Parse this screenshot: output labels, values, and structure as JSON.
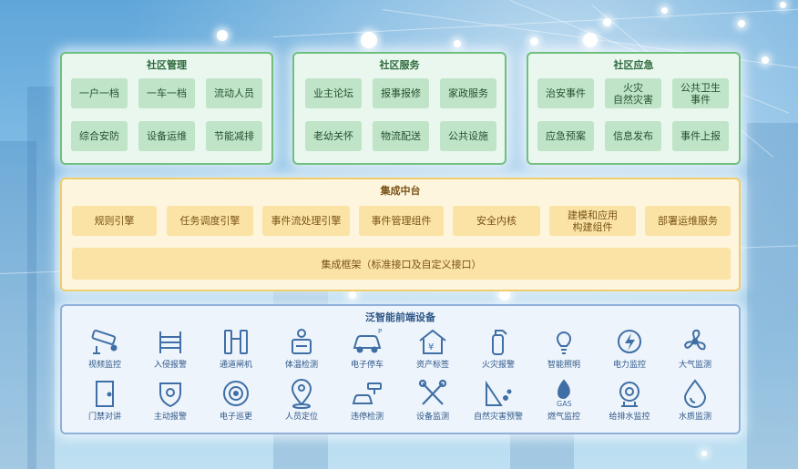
{
  "management": {
    "title": "社区管理",
    "items": [
      "一户一档",
      "一车一档",
      "流动人员",
      "综合安防",
      "设备运维",
      "节能减排"
    ]
  },
  "service": {
    "title": "社区服务",
    "items": [
      "业主论坛",
      "报事报修",
      "家政服务",
      "老幼关怀",
      "物流配送",
      "公共设施"
    ]
  },
  "emergency": {
    "title": "社区应急",
    "items": [
      "治安事件",
      "火灾\n自然灾害",
      "公共卫生\n事件",
      "应急预案",
      "信息发布",
      "事件上报"
    ]
  },
  "integration": {
    "title": "集成中台",
    "items": [
      "规则引擎",
      "任务调度引擎",
      "事件流处理引擎",
      "事件管理组件",
      "安全内核",
      "建模和应用\n构建组件",
      "部署运维服务"
    ],
    "framework": "集成框架（标准接口及自定义接口）"
  },
  "devices": {
    "title": "泛智能前端设备",
    "row1": [
      {
        "label": "视频监控",
        "icon": "cctv-camera-icon"
      },
      {
        "label": "入侵报警",
        "icon": "fence-icon"
      },
      {
        "label": "通道闸机",
        "icon": "turnstile-gate-icon"
      },
      {
        "label": "体温检测",
        "icon": "thermometer-kiosk-icon"
      },
      {
        "label": "电子停车",
        "icon": "car-parking-icon"
      },
      {
        "label": "资产标签",
        "icon": "asset-tag-house-icon"
      },
      {
        "label": "火灾报警",
        "icon": "fire-extinguisher-icon"
      },
      {
        "label": "智能照明",
        "icon": "light-bulb-icon"
      },
      {
        "label": "电力监控",
        "icon": "lightning-circle-icon"
      },
      {
        "label": "大气监测",
        "icon": "fan-icon"
      }
    ],
    "row2": [
      {
        "label": "门禁对讲",
        "icon": "door-icon"
      },
      {
        "label": "主动报警",
        "icon": "alarm-badge-icon"
      },
      {
        "label": "电子巡更",
        "icon": "patrol-disc-icon"
      },
      {
        "label": "人员定位",
        "icon": "person-pin-icon"
      },
      {
        "label": "违停检测",
        "icon": "parking-violation-icon"
      },
      {
        "label": "设备监测",
        "icon": "tools-icon"
      },
      {
        "label": "自然灾害预警",
        "icon": "landslide-icon"
      },
      {
        "label": "燃气监控",
        "icon": "gas-flame-icon",
        "extra": "GAS"
      },
      {
        "label": "给排水监控",
        "icon": "water-meter-icon"
      },
      {
        "label": "水质监测",
        "icon": "water-drop-icon"
      }
    ]
  },
  "colors": {
    "green": "#6fbf7d",
    "yellow": "#efcd6a",
    "blue": "#8fb0d9",
    "icon": "#3f6fa5"
  }
}
